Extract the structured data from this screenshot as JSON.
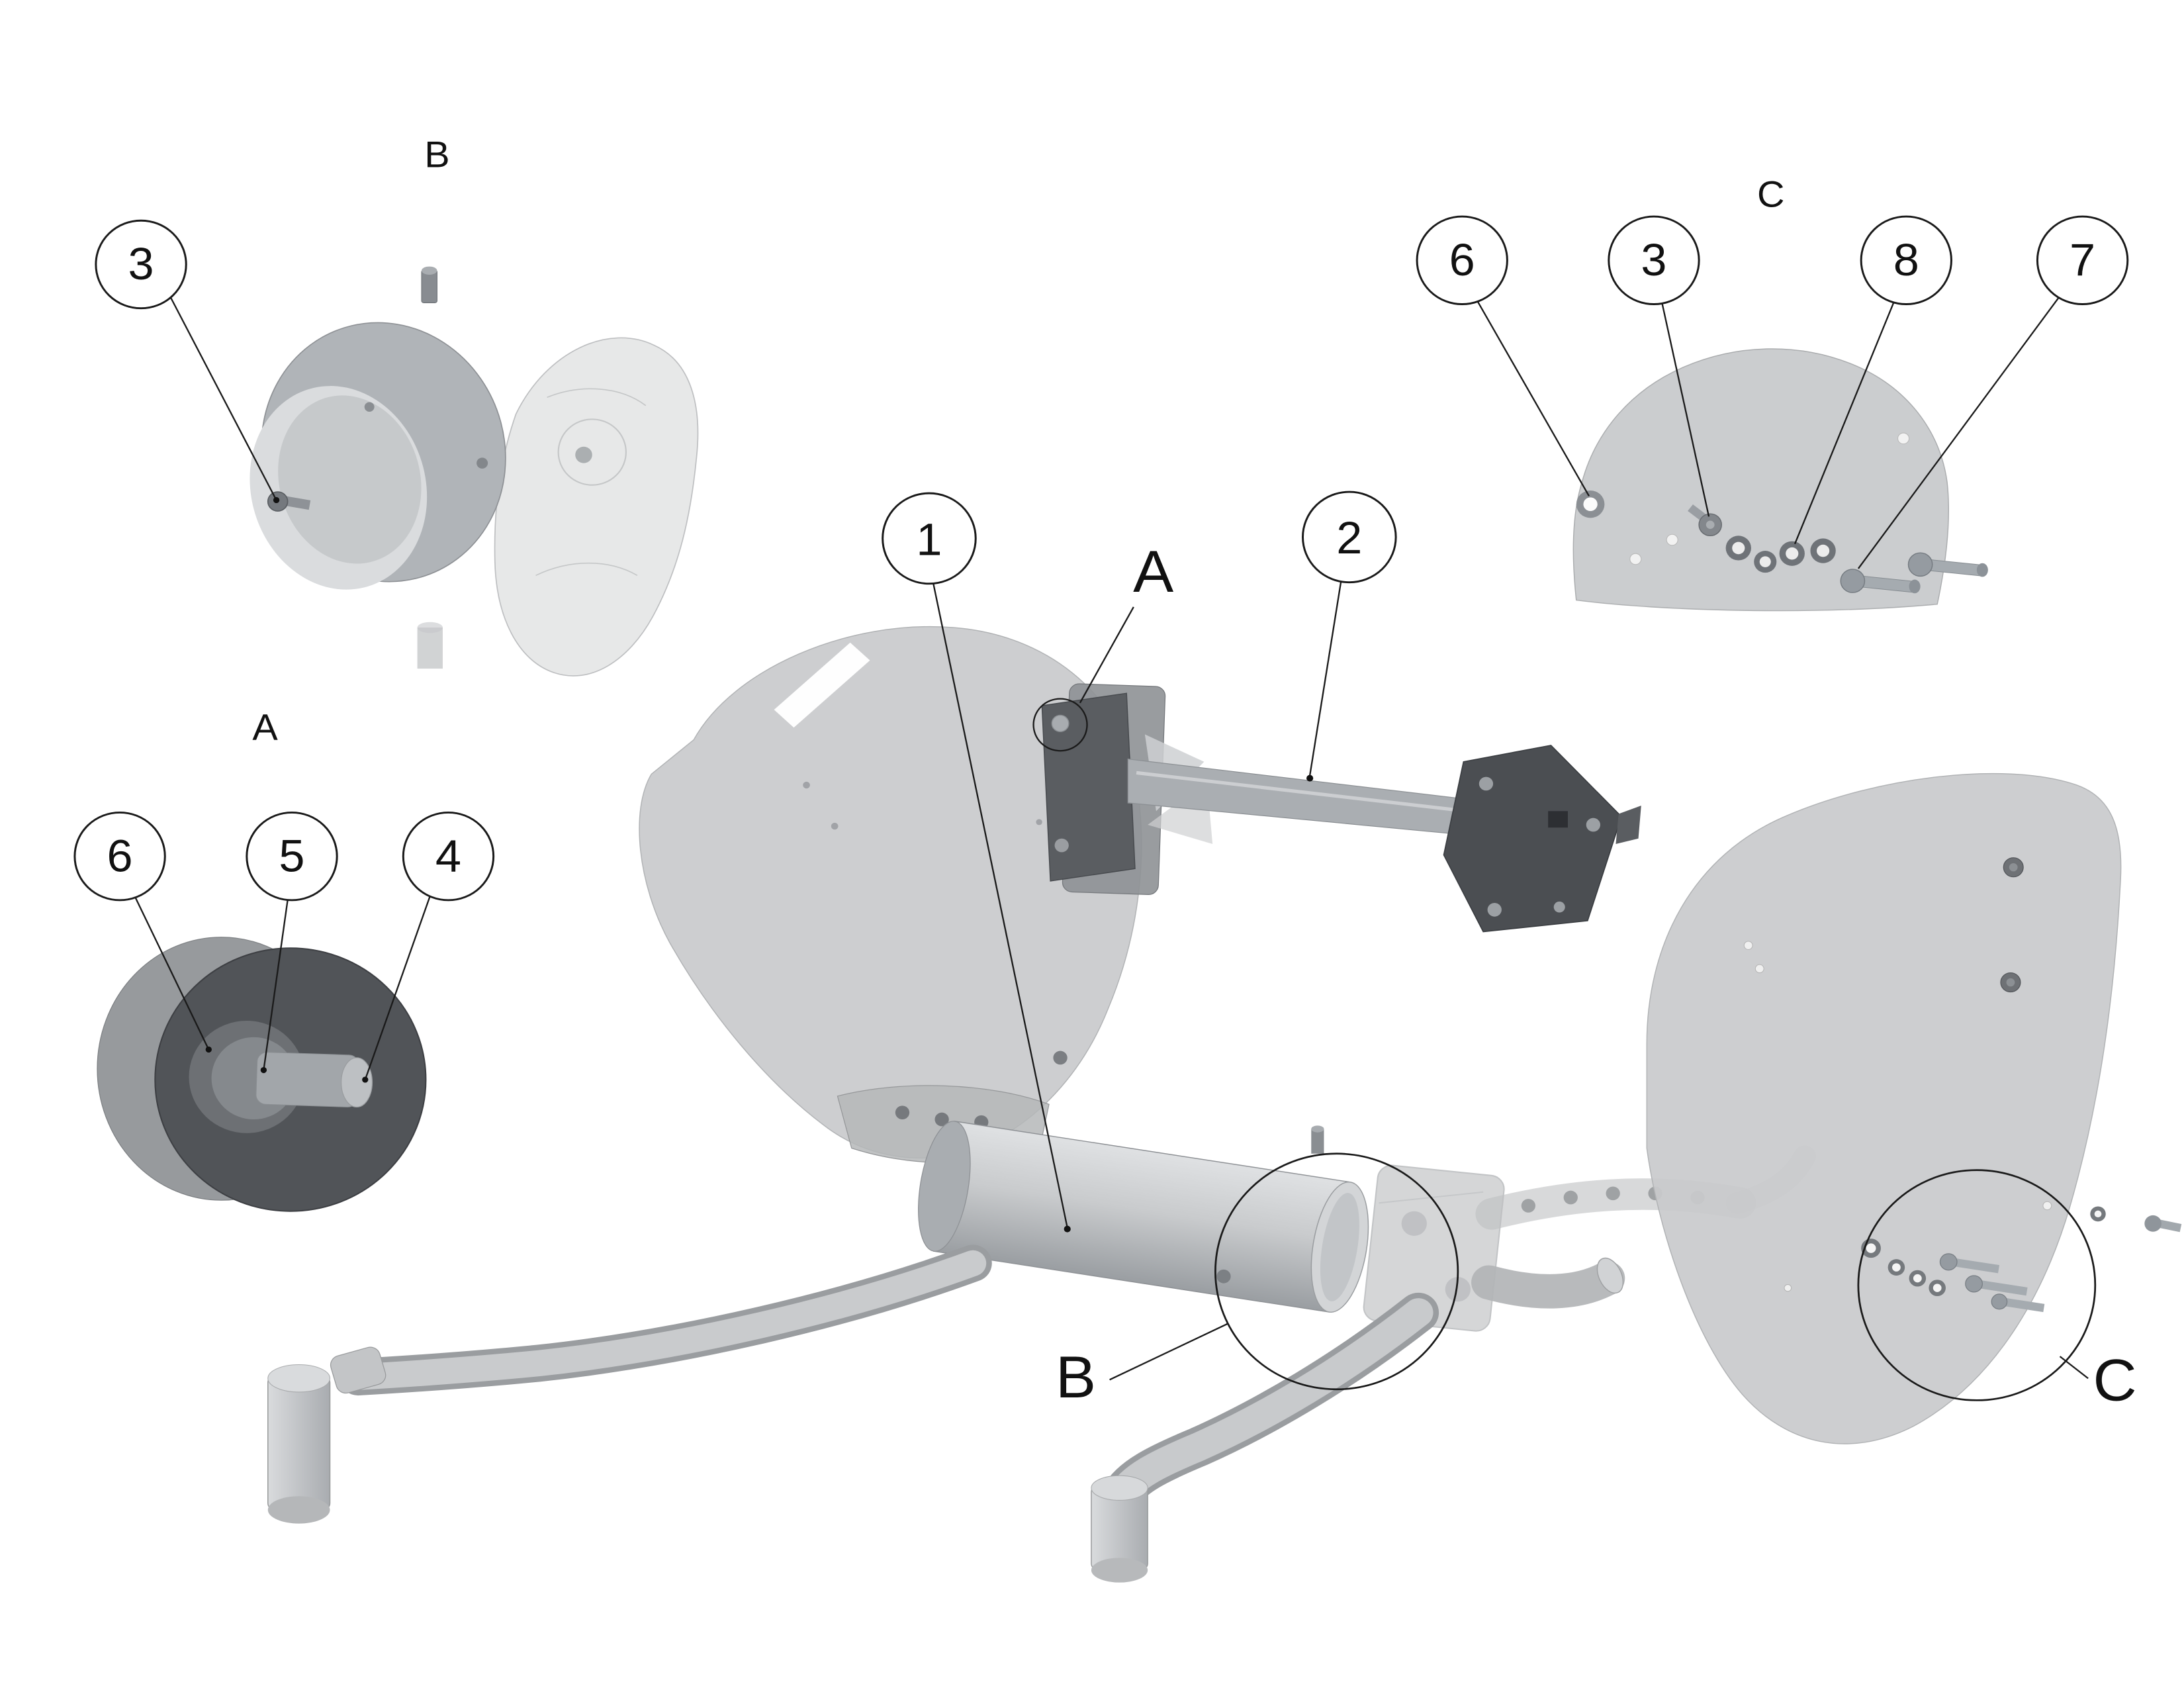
{
  "colors": {
    "background": "#ffffff",
    "shield": "#c9cacc",
    "line": "#1a1a1a",
    "part_dark": "#4b4e52",
    "part_mid": "#abafb3",
    "part_light": "#d6d8da"
  },
  "detail_b": {
    "label": "B",
    "balloons": [
      {
        "n": "3"
      }
    ]
  },
  "detail_c": {
    "label": "C",
    "balloons": [
      {
        "n": "6"
      },
      {
        "n": "3"
      },
      {
        "n": "8"
      },
      {
        "n": "7"
      }
    ]
  },
  "detail_a": {
    "label": "A",
    "balloons": [
      {
        "n": "6"
      },
      {
        "n": "5"
      },
      {
        "n": "4"
      }
    ]
  },
  "main": {
    "balloons": [
      {
        "n": "1"
      },
      {
        "n": "2"
      }
    ],
    "ref_labels": [
      {
        "t": "A"
      },
      {
        "t": "B"
      },
      {
        "t": "C"
      }
    ]
  }
}
